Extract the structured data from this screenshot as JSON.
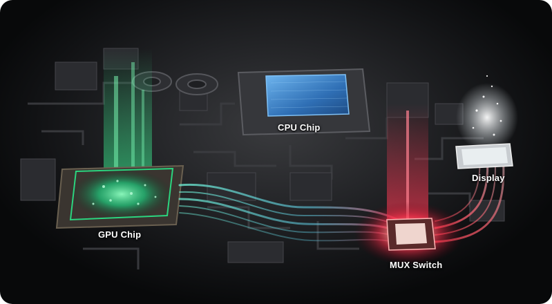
{
  "labels": {
    "gpu": "GPU Chip",
    "cpu": "CPU Chip",
    "display": "Display",
    "mux": "MUX Switch"
  },
  "colors": {
    "gpu_glow": "#35e08a",
    "cpu_die": "#3f8fd8",
    "mux_glow": "#ff2f4a",
    "stream_teal": "#5fd6d0",
    "stream_red": "#ff5060",
    "background": "#1d1e21"
  }
}
